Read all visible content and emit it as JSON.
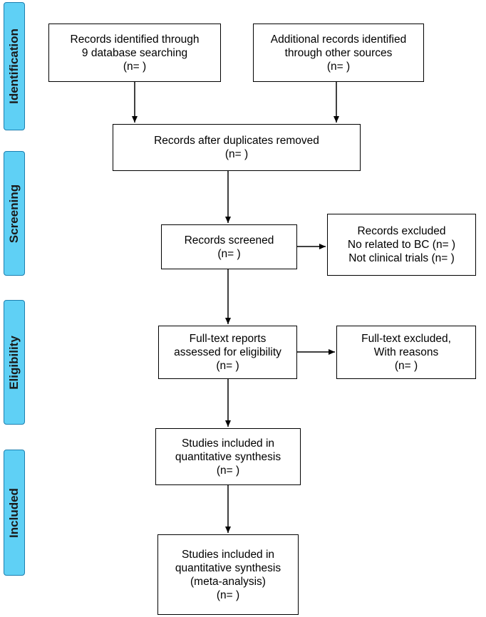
{
  "phases": [
    {
      "label": "Identification"
    },
    {
      "label": "Screening"
    },
    {
      "label": "Eligibility"
    },
    {
      "label": "Included"
    }
  ],
  "boxes": {
    "identified_db": [
      "Records identified through",
      "9 database searching",
      "(n= )"
    ],
    "identified_other": [
      "Additional records identified",
      "through other sources",
      "(n= )"
    ],
    "after_duplicates": [
      "Records after duplicates removed",
      "(n= )"
    ],
    "screened": [
      "Records screened",
      "(n= )"
    ],
    "excluded": [
      "Records excluded",
      "No related to BC (n= )",
      "Not clinical trials (n= )"
    ],
    "fulltext": [
      "Full-text reports",
      "assessed for eligibility",
      "(n= )"
    ],
    "fulltext_excluded": [
      "Full-text excluded,",
      "With reasons",
      "(n= )"
    ],
    "included_quant": [
      "Studies included in",
      "quantitative synthesis",
      "(n= )"
    ],
    "included_meta": [
      "Studies included in",
      "quantitative synthesis",
      "(meta-analysis)",
      "(n= )"
    ]
  }
}
